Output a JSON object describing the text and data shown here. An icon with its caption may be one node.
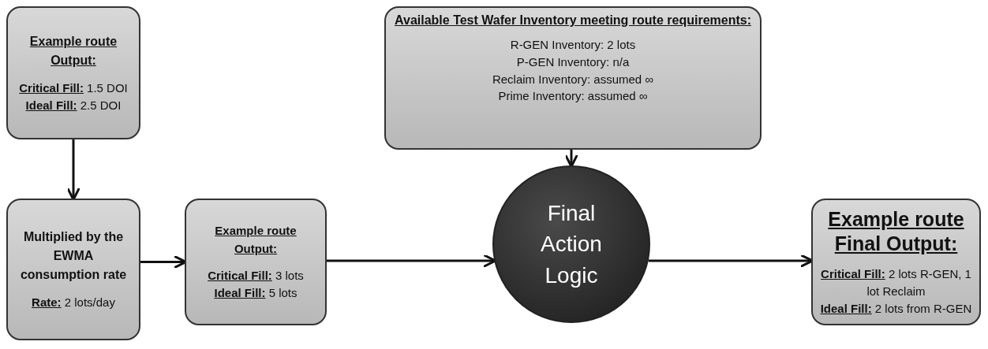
{
  "diagram": {
    "nodes": [
      {
        "text": [
          "Example route Output:",
          "**Critical Fill:** 1.5 DOI",
          "**Ideal Fill:** 2.5 DOI"
        ]
      },
      {
        "text": [
          "Multiplied by the EWMA consumption rate",
          "**Rate:** 2 lots/day"
        ]
      },
      {
        "text": [
          "Example route Output:",
          "**Critical Fill:** 3 lots",
          "**Ideal Fill:** 5 lots"
        ]
      },
      {
        "text": [
          "Available Test Wafer Inventory meeting route requirements:",
          "R-GEN Inventory: 2 lots",
          "P-GEN Inventory: n/a",
          "Reclaim Inventory: assumed ∞",
          "Prime Inventory: assumed ∞"
        ]
      },
      {
        "text": [
          "Final Action Logic"
        ]
      },
      {
        "text": [
          "Example route Final Output:",
          "**Critical Fill:** 2 lots R-GEN, 1 lot Reclaim",
          "**Ideal Fill:** 2 lots from R-GEN"
        ]
      }
    ],
    "edges": [
      {
        "from": 0,
        "to": 1,
        "arrow": "to"
      },
      {
        "from": 1,
        "to": 2,
        "arrow": "to"
      },
      {
        "from": 2,
        "to": 4,
        "arrow": "to"
      },
      {
        "from": 3,
        "to": 4,
        "arrow": "to"
      },
      {
        "from": 4,
        "to": 5,
        "arrow": "to"
      }
    ]
  }
}
